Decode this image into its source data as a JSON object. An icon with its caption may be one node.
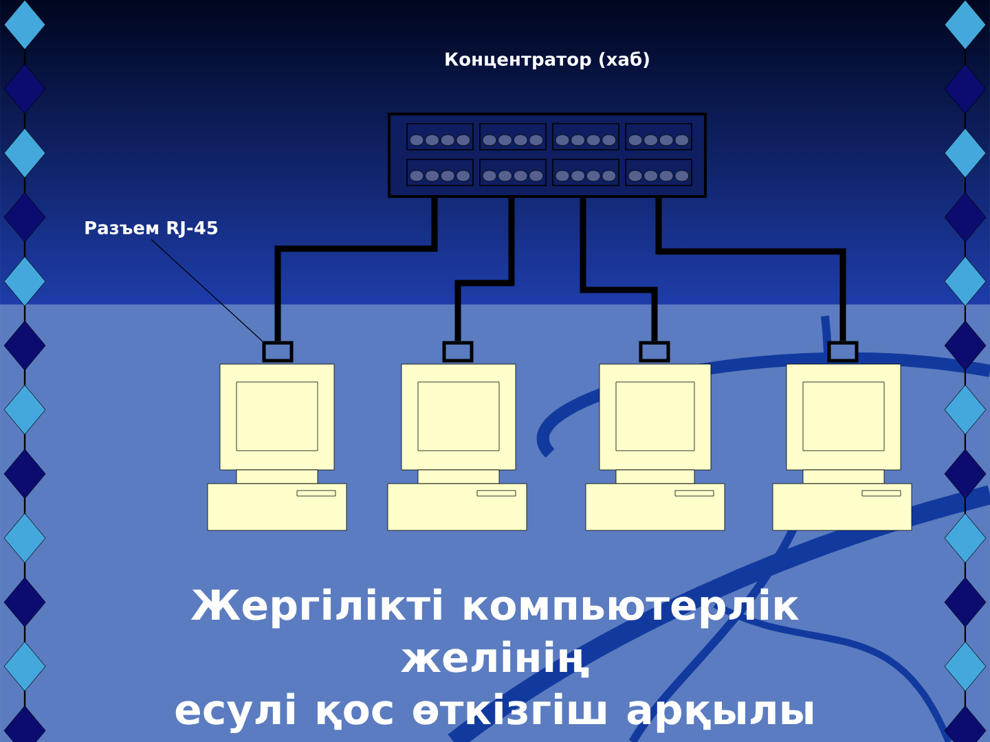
{
  "diagram": {
    "title": "Жергілікті компьютерлік желінің есулі қос өткізгіш арқылы",
    "nodes": [
      {
        "text": [
          "Концентратор (хаб)"
        ]
      },
      {
        "text": [
          "Разъем RJ-45"
        ]
      },
      {
        "text": [],
        "shape": "picture"
      },
      {
        "text": [],
        "shape": "picture"
      },
      {
        "text": [],
        "shape": "picture"
      },
      {
        "text": [],
        "shape": "picture"
      },
      {
        "text": [],
        "shape": "box"
      },
      {
        "text": [],
        "shape": "box"
      },
      {
        "text": [],
        "shape": "box"
      },
      {
        "text": [],
        "shape": "box"
      }
    ],
    "edges": [
      {
        "from": 0,
        "to": 6,
        "arrow": "none"
      },
      {
        "from": 0,
        "to": 7,
        "arrow": "none"
      },
      {
        "from": 0,
        "to": 8,
        "arrow": "none"
      },
      {
        "from": 0,
        "to": 9,
        "arrow": "none"
      },
      {
        "from": 1,
        "to": 6,
        "arrow": "none"
      }
    ]
  }
}
